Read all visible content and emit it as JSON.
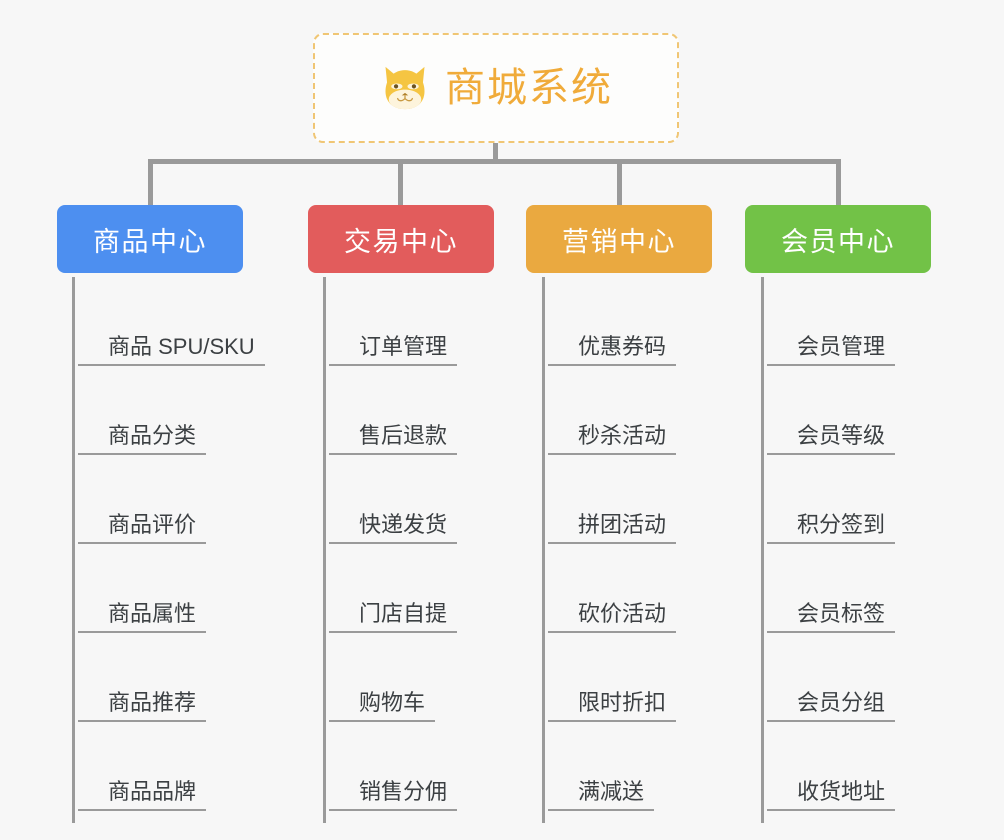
{
  "background_color": "#f7f7f7",
  "root": {
    "title": "商城系统",
    "icon": "shiba-dog-face-icon",
    "text_color": "#f0ab3a",
    "border_color": "#f0c674"
  },
  "connector_color": "#9a9a9a",
  "columns": [
    {
      "label": "商品中心",
      "color": "#4d8ff0",
      "items": [
        "商品 SPU/SKU",
        "商品分类",
        "商品评价",
        "商品属性",
        "商品推荐",
        "商品品牌"
      ]
    },
    {
      "label": "交易中心",
      "color": "#e25c5c",
      "items": [
        "订单管理",
        "售后退款",
        "快递发货",
        "门店自提",
        "购物车",
        "销售分佣"
      ]
    },
    {
      "label": "营销中心",
      "color": "#eaa940",
      "items": [
        "优惠券码",
        "秒杀活动",
        "拼团活动",
        "砍价活动",
        "限时折扣",
        "满减送"
      ]
    },
    {
      "label": "会员中心",
      "color": "#72c247",
      "items": [
        "会员管理",
        "会员等级",
        "积分签到",
        "会员标签",
        "会员分组",
        "收货地址"
      ]
    }
  ]
}
